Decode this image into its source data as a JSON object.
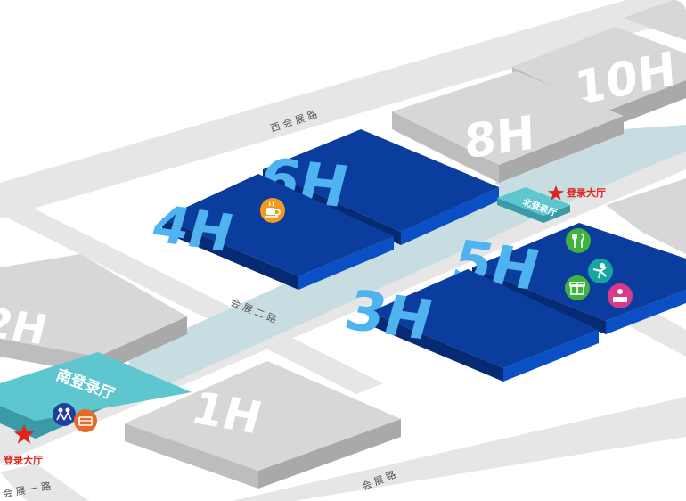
{
  "colors": {
    "road": "#e6e6e6",
    "road_edge": "#d6d6d6",
    "gray_top": "#d7d7d7",
    "gray_side": "#a9a9a9",
    "gray_front": "#bdbdbd",
    "blue_top": "#0a3d9e",
    "blue_side": "#062a73",
    "blue_front": "#0b4fc4",
    "blue_label": "#4fb3f0",
    "teal_top": "#5ec6cf",
    "teal_side": "#3a9aa6",
    "corridor": "#c8dde1",
    "white_label": "#ffffff",
    "red": "#e0231c"
  },
  "halls": {
    "h10": "10H",
    "h8": "8H",
    "h6": "6H",
    "h4": "4H",
    "h5": "5H",
    "h3": "3H",
    "h2": "2H",
    "h1": "1H"
  },
  "lobbies": {
    "south": "南登录厅",
    "north": "北登录厅"
  },
  "markers": {
    "register_hall": "登录大厅"
  },
  "roads": {
    "west": "西 会 展 路",
    "hui_zhan_2": "会 展 二 路",
    "hui_zhan_1": "会 展 一 路",
    "hui_zhan": "会 展 路"
  },
  "icons": [
    "coffee-icon",
    "restaurant-icon",
    "service-icon",
    "gift-icon",
    "reception-icon",
    "people-icon",
    "ticket-icon"
  ]
}
